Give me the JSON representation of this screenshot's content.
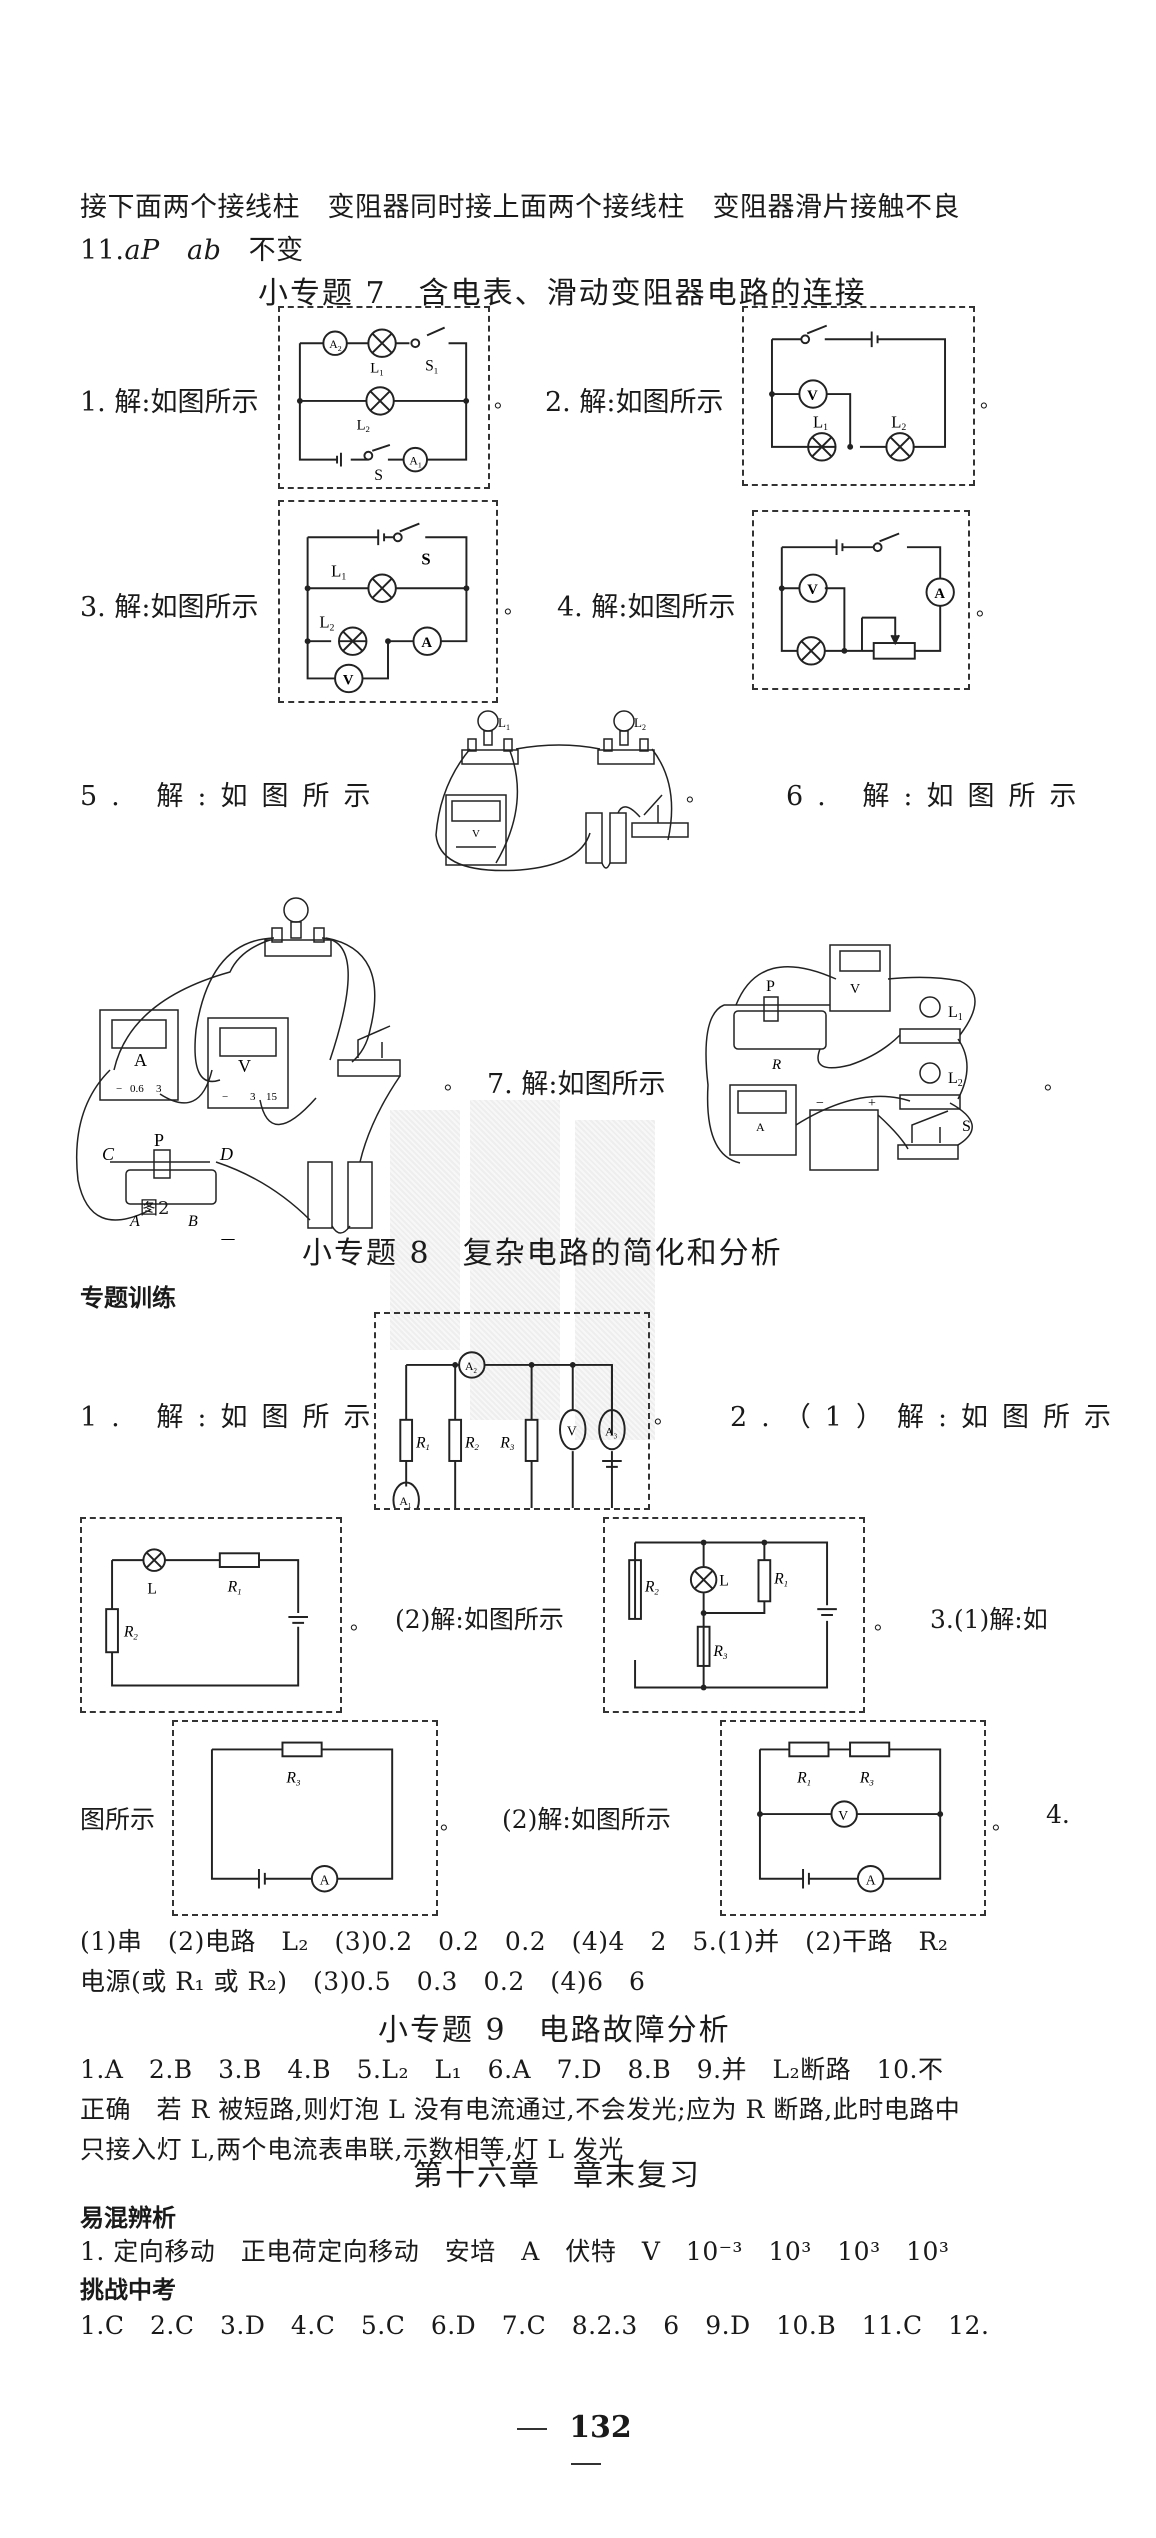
{
  "intro": {
    "line1": "接下面两个接线柱　变阻器同时接上面两个接线柱　变阻器滑片接触不良",
    "line2_num": "11.",
    "line2_a": "aP",
    "line2_b": "ab",
    "line2_c": "不变"
  },
  "topic7": {
    "title": "小专题 7　含电表、滑动变阻器电路的连接",
    "q1": "1. 解:如图所示",
    "q2": "2. 解:如图所示",
    "q3": "3. 解:如图所示",
    "q4": "4. 解:如图所示",
    "q5": "5. 解:如图所示",
    "q6": "6. 解:如图所示",
    "q7": "7. 解:如图所示",
    "period": "。",
    "fig_caption": "图2",
    "labels": {
      "A1": "A1",
      "A2": "A2",
      "L1": "L1",
      "L2": "L2",
      "S": "S",
      "S1": "S1",
      "V": "V",
      "A": "A",
      "P": "P",
      "R": "R",
      "C": "C",
      "D": "D",
      "B": "B",
      "meter_scale_A": [
        "-",
        "0.6",
        "3"
      ],
      "meter_scale_V": [
        "-",
        "3",
        "15"
      ]
    }
  },
  "topic8": {
    "title": "小专题 8　复杂电路的简化和分析",
    "section": "专题训练",
    "q1": "1. 解:如图所示",
    "q2_1": "2.（1）解:如图所示",
    "q2_2": "(2)解:如图所示",
    "q3_1_a": "3.(1)解:如",
    "q3_1_b": "图所示",
    "q3_2": "(2)解:如图所示",
    "q4": "4.",
    "answers_line1": "(1)串　(2)电路　L₂　(3)0.2　0.2　0.2　(4)4　2　5.(1)并　(2)干路　R₂",
    "answers_line2": "电源(或 R₁ 或 R₂)　(3)0.5　0.3　0.2　(4)6　6"
  },
  "topic9": {
    "title": "小专题 9　电路故障分析",
    "line1": "1.A　2.B　3.B　4.B　5.L₂　L₁　6.A　7.D　8.B　9.并　L₂断路　10.不",
    "line2": "正确　若 R 被短路,则灯泡 L 没有电流通过,不会发光;应为 R 断路,此时电路中",
    "line3": "只接入灯 L,两个电流表串联,示数相等,灯 L 发光"
  },
  "chapter16": {
    "title": "第十六章　章末复习",
    "section1": "易混辨析",
    "s1_line": "1. 定向移动　正电荷定向移动　安培　A　伏特　V　10⁻³　10³　10³　10³",
    "section2": "挑战中考",
    "s2_line": "1.C　2.C　3.D　4.C　5.C　6.D　7.C　8.2.3　6　9.D　10.B　11.C　12."
  },
  "footer": {
    "page_number": "132"
  }
}
